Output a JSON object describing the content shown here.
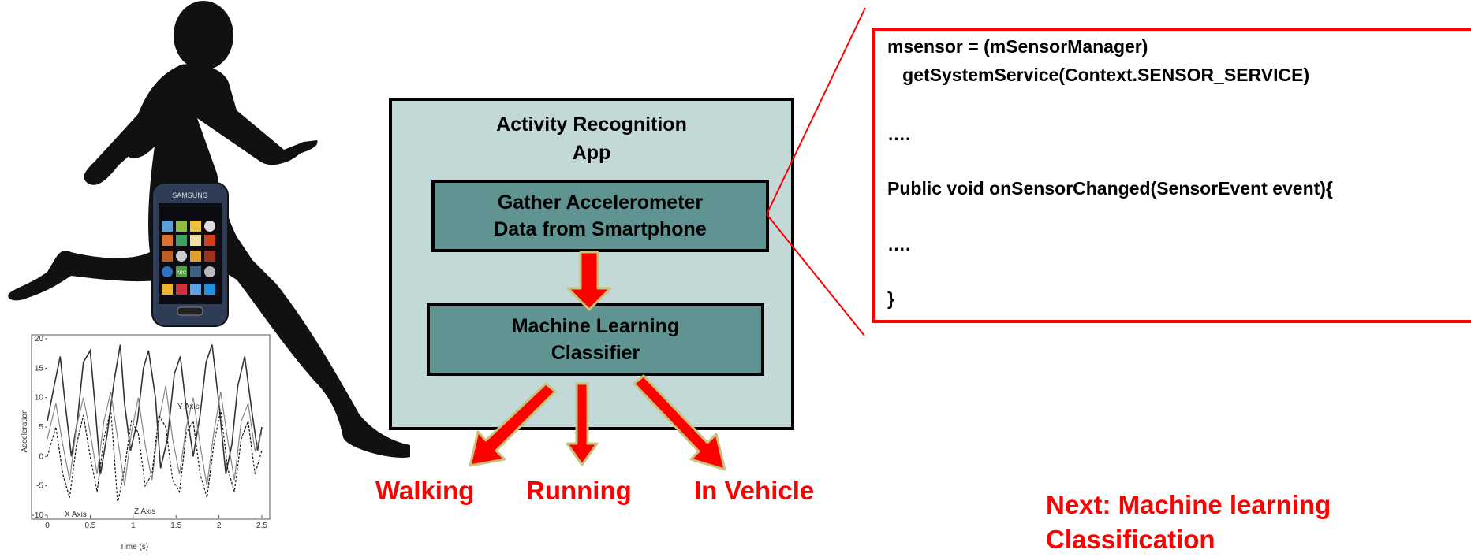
{
  "app": {
    "title_line1": "Activity Recognition",
    "title_line2": "App",
    "gather_line1": "Gather Accelerometer",
    "gather_line2": "Data from Smartphone",
    "ml_line1": "Machine Learning",
    "ml_line2": "Classifier"
  },
  "outputs": [
    "Walking",
    "Running",
    "In Vehicle"
  ],
  "code": {
    "line1": "msensor = (mSensorManager)",
    "line2": "   getSystemService(Context.SENSOR_SERVICE)",
    "line3": "….",
    "line4": "Public void onSensorChanged(SensorEvent event){",
    "line5": "….",
    "line6": "}"
  },
  "next": {
    "line1": "Next: Machine learning",
    "line2": "Classification"
  },
  "phone": {
    "brand": "SAMSUNG",
    "icon_label": "ABC"
  },
  "colors": {
    "accent_red": "#ff0000",
    "app_bg": "#c3d9d8",
    "teal": "#5f9493",
    "arrow_outline": "#c8c27a"
  },
  "chart_data": {
    "type": "line",
    "xlabel": "Time (s)",
    "ylabel": "Acceleration",
    "xlim": [
      0,
      2.5
    ],
    "ylim": [
      -10,
      20
    ],
    "xticks": [
      "0",
      "0.5",
      "1",
      "1.5",
      "2",
      "2.5"
    ],
    "yticks": [
      "20",
      "15",
      "10",
      "5",
      "0",
      "-5",
      "-10"
    ],
    "series": [
      {
        "name": "Y Axis",
        "x": [
          0,
          0.08,
          0.15,
          0.2,
          0.28,
          0.35,
          0.42,
          0.5,
          0.56,
          0.62,
          0.7,
          0.78,
          0.85,
          0.9,
          0.97,
          1.05,
          1.12,
          1.18,
          1.26,
          1.32,
          1.4,
          1.48,
          1.55,
          1.62,
          1.7,
          1.78,
          1.85,
          1.92,
          2.0,
          2.08,
          2.15,
          2.22,
          2.3,
          2.38,
          2.45,
          2.5
        ],
        "y": [
          6,
          12,
          17,
          10,
          0,
          6,
          16,
          18,
          8,
          -3,
          4,
          13,
          19,
          9,
          1,
          6,
          15,
          18,
          10,
          -2,
          3,
          14,
          17,
          8,
          0,
          7,
          16,
          19,
          9,
          -3,
          2,
          12,
          17,
          8,
          1,
          5
        ]
      },
      {
        "name": "X Axis",
        "x": [
          0,
          0.1,
          0.18,
          0.26,
          0.34,
          0.42,
          0.5,
          0.58,
          0.66,
          0.74,
          0.82,
          0.9,
          0.98,
          1.06,
          1.14,
          1.22,
          1.3,
          1.38,
          1.46,
          1.54,
          1.62,
          1.7,
          1.78,
          1.86,
          1.94,
          2.02,
          2.1,
          2.18,
          2.26,
          2.34,
          2.42,
          2.5
        ],
        "y": [
          3,
          9,
          2,
          -4,
          5,
          10,
          4,
          -3,
          6,
          11,
          3,
          -5,
          4,
          10,
          2,
          -4,
          6,
          12,
          3,
          -3,
          5,
          10,
          2,
          -5,
          4,
          11,
          3,
          -4,
          6,
          9,
          1,
          4
        ]
      },
      {
        "name": "Z Axis",
        "x": [
          0,
          0.1,
          0.18,
          0.26,
          0.34,
          0.42,
          0.5,
          0.58,
          0.66,
          0.74,
          0.82,
          0.9,
          0.98,
          1.06,
          1.14,
          1.22,
          1.3,
          1.38,
          1.46,
          1.54,
          1.62,
          1.7,
          1.78,
          1.86,
          1.94,
          2.02,
          2.1,
          2.18,
          2.26,
          2.34,
          2.42,
          2.5
        ],
        "y": [
          0,
          5,
          -3,
          -7,
          2,
          7,
          0,
          -6,
          3,
          8,
          -8,
          -2,
          6,
          4,
          -5,
          -3,
          7,
          5,
          -4,
          -6,
          4,
          6,
          -3,
          -7,
          2,
          8,
          -2,
          -6,
          3,
          6,
          -3,
          1
        ]
      }
    ]
  }
}
